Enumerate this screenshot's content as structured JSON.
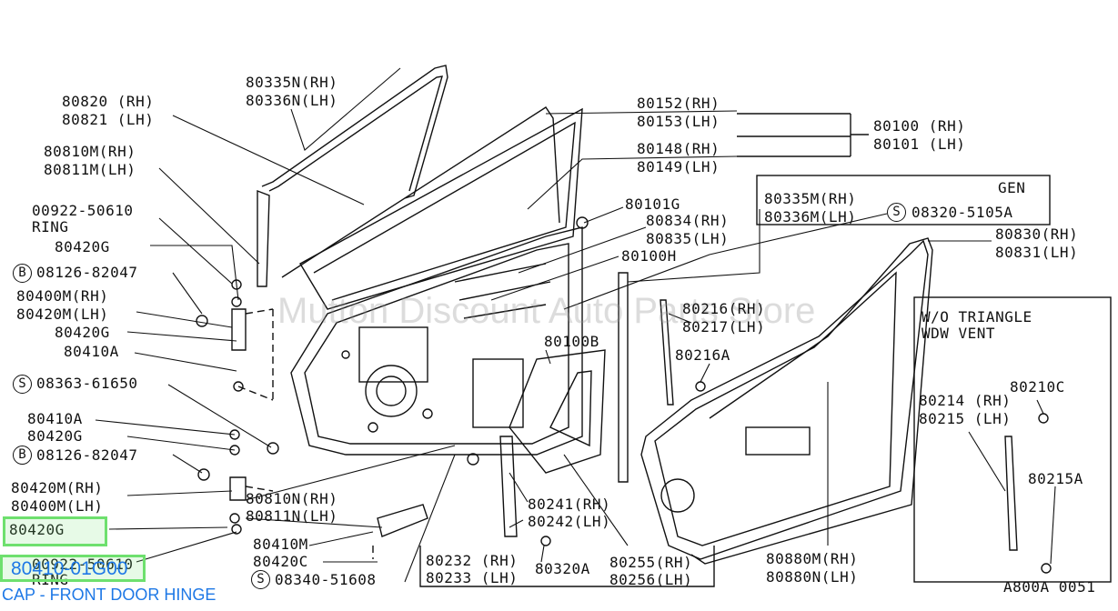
{
  "watermark": "Mutton Discount Auto Parts Store",
  "drawing_code": "A800A 0051",
  "highlight": {
    "part_number": "80410-01G00",
    "caption": "CAP - FRONT DOOR HINGE"
  },
  "legends": {
    "gen": "GEN",
    "wo_line1": "W/O TRIANGLE",
    "wo_line2": "WDW VENT"
  },
  "circle_marks": {
    "b": "B",
    "s": "S"
  },
  "labels": {
    "l_80335n": "80335N(RH)",
    "l_80336n": "80336N(LH)",
    "l_80820": "80820 (RH)",
    "l_80821": "80821 (LH)",
    "l_80152": "80152(RH)",
    "l_80153": "80153(LH)",
    "l_80100": "80100 (RH)",
    "l_80101": "80101 (LH)",
    "l_80148": "80148(RH)",
    "l_80149": "80149(LH)",
    "l_80810m": "80810M(RH)",
    "l_80811m": "80811M(LH)",
    "l_00922a": "00922-50610",
    "l_ring_a": "RING",
    "l_80420g_a": "80420G",
    "l_08126_a": "08126-82047",
    "l_80400m": "80400M(RH)",
    "l_80420m": "80420M(LH)",
    "l_80420g_b": "80420G",
    "l_80410a_a": "80410A",
    "l_08363": "08363-61650",
    "l_80410a_b": "80410A",
    "l_80420g_c": "80420G",
    "l_08126_b": "08126-82047",
    "l_80420m_rh": "80420M(RH)",
    "l_80400m_lh": "80400M(LH)",
    "l_80420g_d": "80420G",
    "l_00922b": "00922-50610",
    "l_ring_b": "RING",
    "l_80101g": "80101G",
    "l_80834": "80834(RH)",
    "l_80835": "80835(LH)",
    "l_80100h": "80100H",
    "l_80335m": "80335M(RH)",
    "l_80336m": "80336M(LH)",
    "l_08320": "08320-5105A",
    "l_80830": "80830(RH)",
    "l_80831": "80831(LH)",
    "l_80216": "80216(RH)",
    "l_80217": "80217(LH)",
    "l_80216a": "80216A",
    "l_80100b": "80100B",
    "l_80214": "80214 (RH)",
    "l_80215": "80215 (LH)",
    "l_80210c": "80210C",
    "l_80215a": "80215A",
    "l_80810n": "80810N(RH)",
    "l_80811n": "80811N(LH)",
    "l_80410m": "80410M",
    "l_80420c": "80420C",
    "l_08340": "08340-51608",
    "l_80241": "80241(RH)",
    "l_80242": "80242(LH)",
    "l_80232": "80232 (RH)",
    "l_80233": "80233 (LH)",
    "l_80320a": "80320A",
    "l_80255": "80255(RH)",
    "l_80256": "80256(LH)",
    "l_80880m": "80880M(RH)",
    "l_80880n": "80880N(LH)"
  }
}
